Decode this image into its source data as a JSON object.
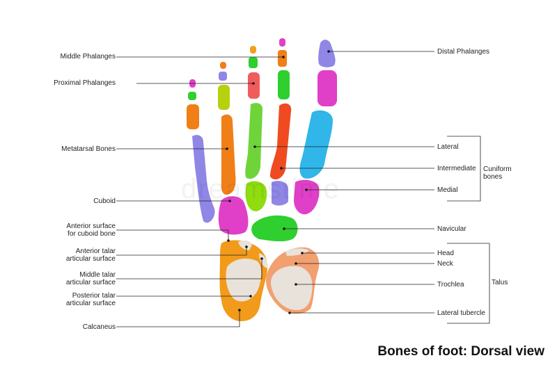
{
  "title": "Bones of foot: Dorsal view",
  "watermark": "dreamstime",
  "labels_left": {
    "middle_phalanges": "Middle Phalanges",
    "proximal_phalanges": "Proximal Phalanges",
    "metatarsal_bones": "Metatarsal Bones",
    "cuboid": "Cuboid",
    "anterior_surface_l1": "Anterior surface",
    "anterior_surface_l2": "for cuboid bone",
    "anterior_talar_l1": "Anterior talar",
    "anterior_talar_l2": "articular surface",
    "middle_talar_l1": "Middle talar",
    "middle_talar_l2": "articular surface",
    "posterior_talar_l1": "Posterior talar",
    "posterior_talar_l2": "articular surface",
    "calcaneus": "Calcaneus"
  },
  "labels_right": {
    "distal_phalanges": "Distal Phalanges",
    "lateral": "Lateral",
    "intermediate": "Intermediate",
    "medial": "Medial",
    "cuniform_l1": "Cuniform",
    "cuniform_l2": "bones",
    "navicular": "Navicular",
    "head": "Head",
    "neck": "Neck",
    "trochlea": "Trochlea",
    "talus": "Talus",
    "lateral_tubercle": "Lateral tubercle"
  },
  "colors": {
    "purple": "#8f86e6",
    "orange": "#f07f17",
    "green": "#2fcf2f",
    "red": "#f04a20",
    "cyan": "#30b6e8",
    "magenta": "#e040c8",
    "lime": "#8fdc10",
    "calcaneus": "#f29a1a",
    "talus": "#f2a070",
    "cartilage": "#e8e2da",
    "line": "#222222"
  }
}
